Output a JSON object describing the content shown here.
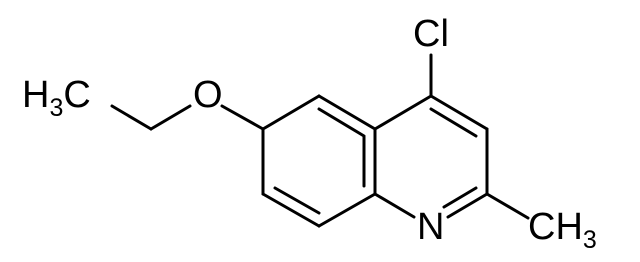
{
  "molecule": {
    "labels": {
      "chlorine": "Cl",
      "oxygen": "O",
      "nitrogen": "N",
      "ethyl_methyl": {
        "main": "H",
        "sub": "3",
        "tail": "C"
      },
      "ring_methyl": {
        "main": "CH",
        "sub": "3"
      }
    },
    "colors": {
      "bond": "#000000",
      "label": "#000000",
      "background": "#ffffff"
    }
  }
}
